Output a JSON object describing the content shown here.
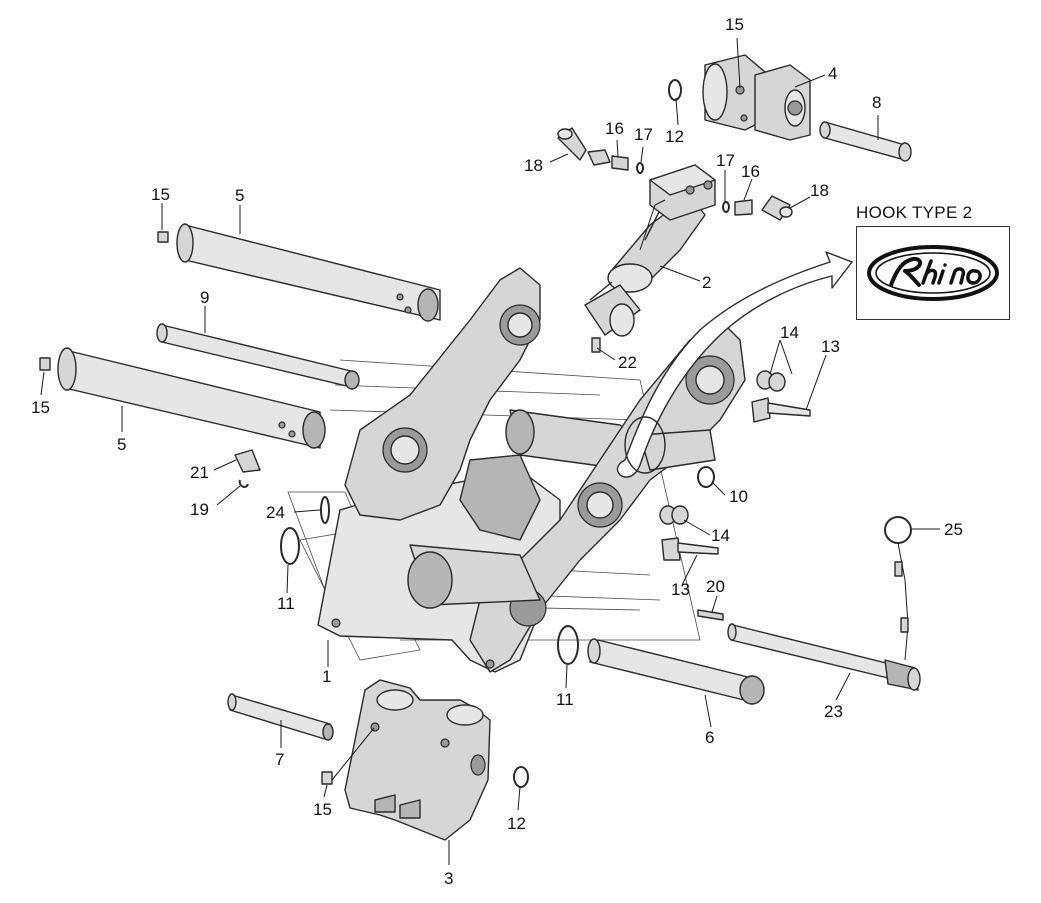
{
  "hook_type": {
    "title": "HOOK TYPE 2",
    "logo_text": "Rhino"
  },
  "callouts": [
    {
      "id": "c15a",
      "label": "15"
    },
    {
      "id": "c4",
      "label": "4"
    },
    {
      "id": "c8",
      "label": "8"
    },
    {
      "id": "c12a",
      "label": "12"
    },
    {
      "id": "c16a",
      "label": "16"
    },
    {
      "id": "c17a",
      "label": "17"
    },
    {
      "id": "c18a",
      "label": "18"
    },
    {
      "id": "c17b",
      "label": "17"
    },
    {
      "id": "c16b",
      "label": "16"
    },
    {
      "id": "c18b",
      "label": "18"
    },
    {
      "id": "c15b",
      "label": "15"
    },
    {
      "id": "c5a",
      "label": "5"
    },
    {
      "id": "c2",
      "label": "2"
    },
    {
      "id": "c9",
      "label": "9"
    },
    {
      "id": "c22",
      "label": "22"
    },
    {
      "id": "c15c",
      "label": "15"
    },
    {
      "id": "c5b",
      "label": "5"
    },
    {
      "id": "c14a",
      "label": "14"
    },
    {
      "id": "c13a",
      "label": "13"
    },
    {
      "id": "c21",
      "label": "21"
    },
    {
      "id": "c19",
      "label": "19"
    },
    {
      "id": "c10",
      "label": "10"
    },
    {
      "id": "c24",
      "label": "24"
    },
    {
      "id": "c14b",
      "label": "14"
    },
    {
      "id": "c25",
      "label": "25"
    },
    {
      "id": "c11a",
      "label": "11"
    },
    {
      "id": "c13b",
      "label": "13"
    },
    {
      "id": "c20",
      "label": "20"
    },
    {
      "id": "c1",
      "label": "1"
    },
    {
      "id": "c11b",
      "label": "11"
    },
    {
      "id": "c23",
      "label": "23"
    },
    {
      "id": "c6",
      "label": "6"
    },
    {
      "id": "c7",
      "label": "7"
    },
    {
      "id": "c15d",
      "label": "15"
    },
    {
      "id": "c12b",
      "label": "12"
    },
    {
      "id": "c3",
      "label": "3"
    }
  ],
  "colors": {
    "line": "#2a2a2a",
    "metal": "#d6d6d6",
    "background": "#ffffff"
  }
}
